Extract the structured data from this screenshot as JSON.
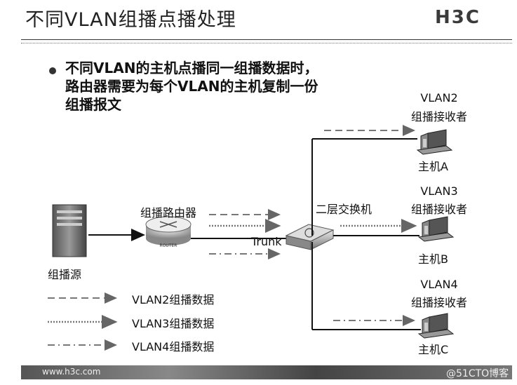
{
  "header": {
    "title": "不同VLAN组播点播处理",
    "logo": "H3C"
  },
  "bullet": {
    "line1": "不同VLAN的主机点播同一组播数据时，",
    "line2": "路由器需要为每个VLAN的主机复制一份",
    "line3": "组播报文"
  },
  "diagram": {
    "source_label": "组播源",
    "router_label": "组播路由器",
    "router_text": "ROUTER",
    "switch_label": "二层交换机",
    "trunk_label": "Trunk",
    "receivers": [
      {
        "vlan": "VLAN2",
        "role": "组播接收者",
        "host": "主机A"
      },
      {
        "vlan": "VLAN3",
        "role": "组播接收者",
        "host": "主机B"
      },
      {
        "vlan": "VLAN4",
        "role": "组播接收者",
        "host": "主机C"
      }
    ],
    "legend": [
      {
        "style": "dashed",
        "label": "VLAN2组播数据"
      },
      {
        "style": "dotted",
        "label": "VLAN3组播数据"
      },
      {
        "style": "dash-dot",
        "label": "VLAN4组播数据"
      }
    ]
  },
  "footer": {
    "url": "www.h3c.com",
    "watermark": "@51CTO博客"
  }
}
